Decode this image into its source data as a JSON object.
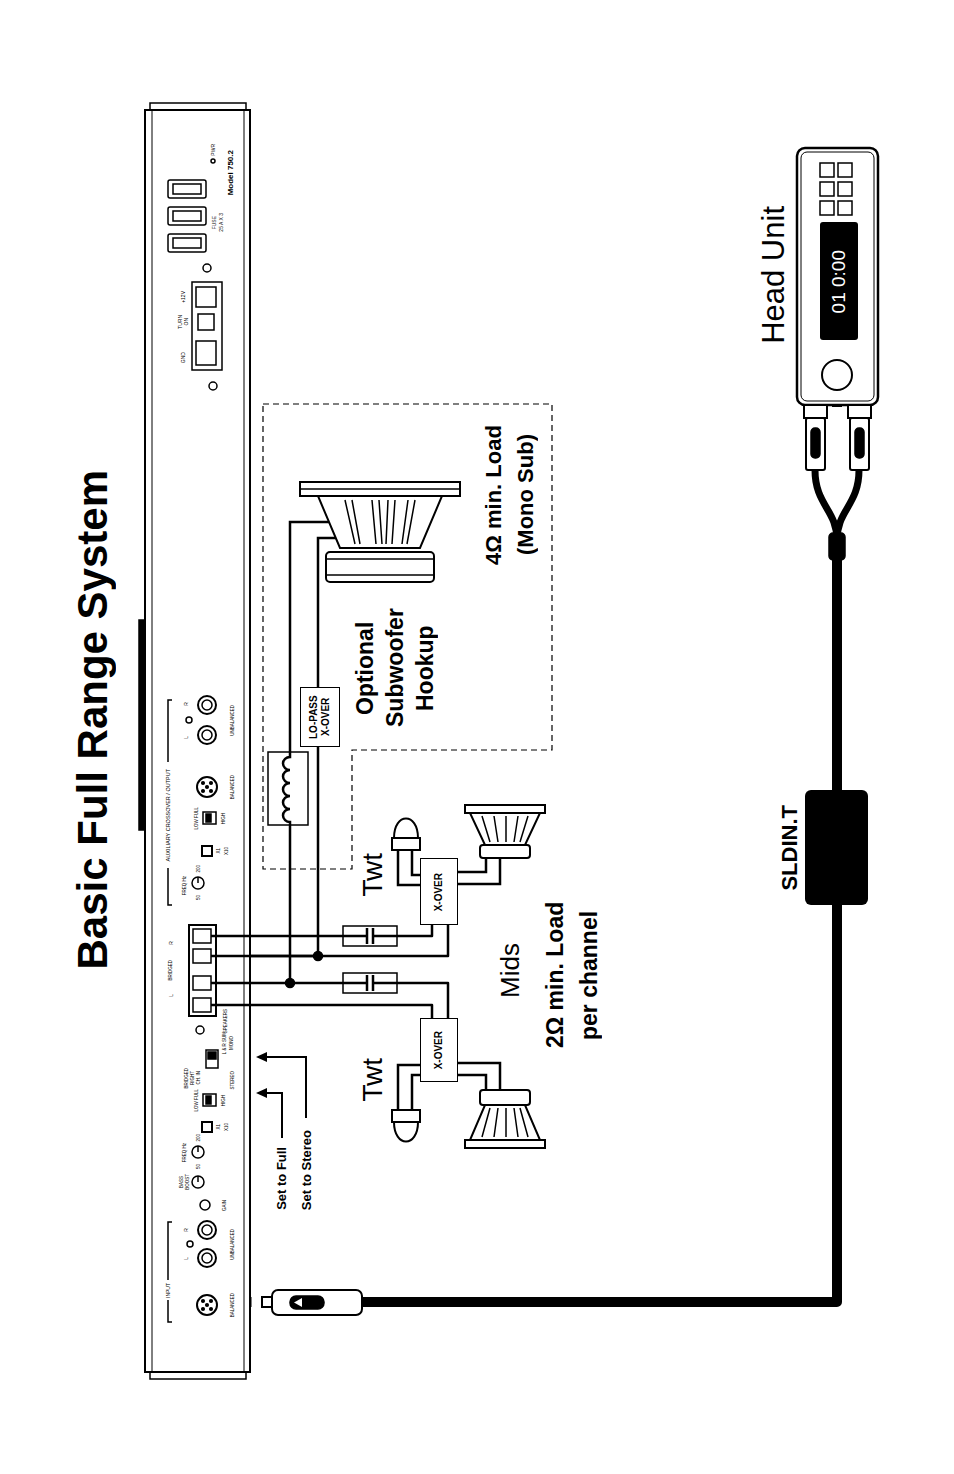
{
  "diagram": {
    "title": "Basic Full Range System",
    "nodes": [
      {
        "text": [
          "Model 750.2",
          "PWR",
          "FUSE",
          "25 A X 3",
          "+12V",
          "TURN",
          "ON",
          "GND",
          "R",
          "L",
          "UNBALANCED",
          "AUXILIARY CROSSOVER / OUTPUT",
          "BALANCED",
          "LOW FULL",
          "HIGH",
          "X1",
          "X10",
          "200",
          "FREQ Hz",
          "50",
          "R",
          "BRIDGED",
          "L",
          "SPEAKERS",
          "MONO",
          "L & R SUM",
          "BRIDGED",
          "RIGHT",
          "CH. IN",
          "STEREO",
          "LOW FULL",
          "HIGH",
          "X1",
          "X10",
          "200",
          "FREQ Hz",
          "50",
          "BASS",
          "BOOST",
          "GAIN",
          "R",
          "L",
          "UNBALANCED",
          "INPUT",
          "BALANCED"
        ]
      },
      {
        "text": [
          "Optional Subwoofer Hookup",
          "4Ω min. Load (Mono Sub)"
        ]
      },
      {
        "text": [
          "LO-PASS X-OVER"
        ],
        "in": 1
      },
      {
        "text": [
          "X-OVER"
        ]
      },
      {
        "text": [
          "X-OVER"
        ]
      },
      {
        "text": [
          "SLDIN.T"
        ]
      },
      {
        "text": [
          "Head Unit"
        ]
      },
      {
        "text": [
          "01 0:00"
        ],
        "in": 6
      }
    ],
    "edges": [
      {
        "from": 6,
        "to": 5,
        "arrow": "none"
      },
      {
        "from": 5,
        "to": 0,
        "arrow": "none"
      },
      {
        "from": 0,
        "to": 3,
        "arrow": "none"
      },
      {
        "from": 0,
        "to": 4,
        "arrow": "none"
      },
      {
        "from": 0,
        "to": 2,
        "arrow": "none"
      }
    ],
    "labels": [
      "Set to Full",
      "Set to Stereo",
      "Twt",
      "Twt",
      "Mids",
      "2Ω min. Load per channel"
    ]
  }
}
